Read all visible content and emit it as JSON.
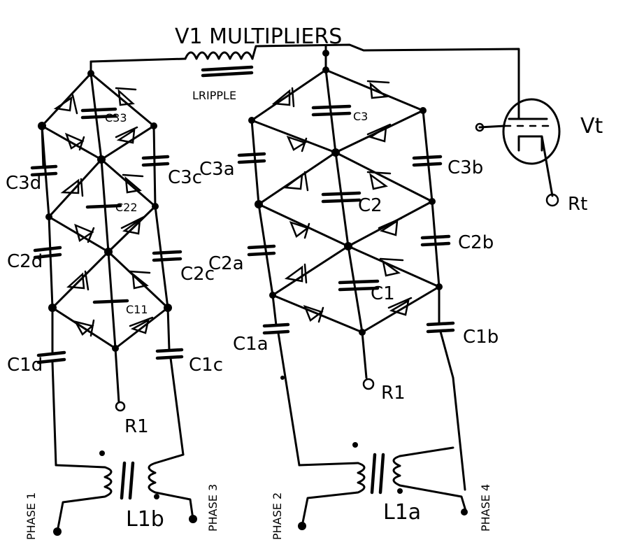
{
  "title": "V1 MULTIPLIERS",
  "labels": {
    "lripple": "LRIPPLE",
    "vt": "Vt",
    "rt": "Rt",
    "r1_left": "R1",
    "r1_right": "R1",
    "l1b": "L1b",
    "l1a": "L1a",
    "c3d": "C3d",
    "c2d": "C2d",
    "c1d": "C1d",
    "c33": "C33",
    "c22": "C22",
    "c11": "C11",
    "c3c": "C3c",
    "c2c": "C2c",
    "c1c": "C1c",
    "c3a": "C3a",
    "c2a": "C2a",
    "c1a": "C1a",
    "c3": "C3",
    "c2": "C2",
    "c1": "C1",
    "c3b": "C3b",
    "c2b": "C2b",
    "c1b": "C1b",
    "phase1": "PHASE 1",
    "phase2": "PHASE 2",
    "phase3": "PHASE 3",
    "phase4": "PHASE 4"
  }
}
